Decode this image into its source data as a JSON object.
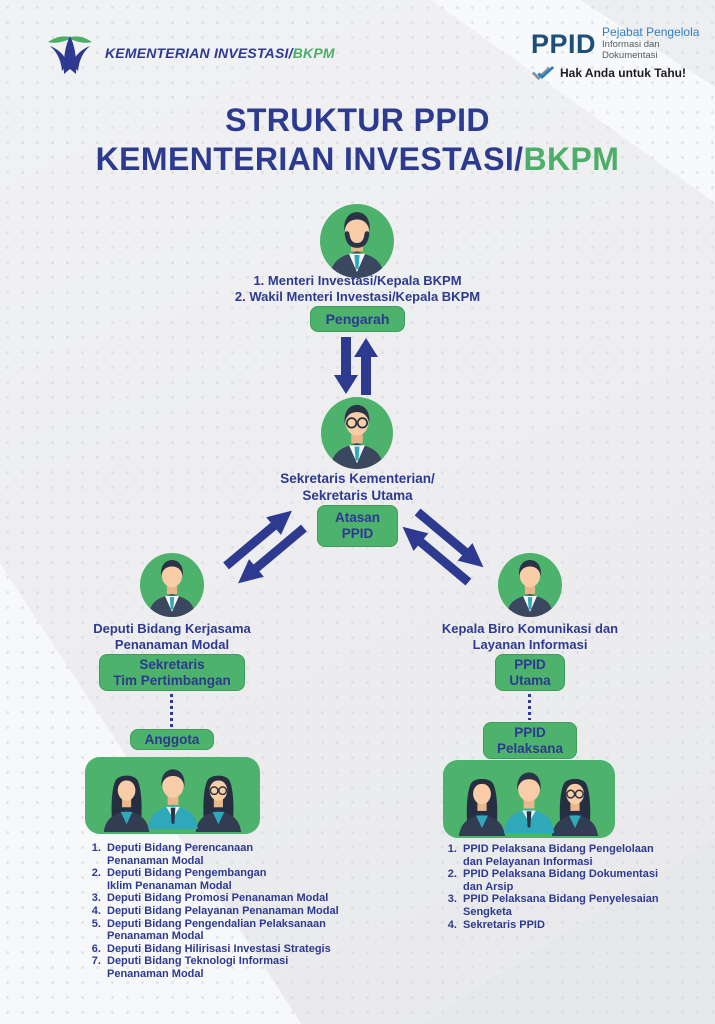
{
  "header": {
    "brand_main": "KEMENTERIAN INVESTASI/",
    "brand_accent": "BKPM",
    "ppid_logo": "PPID",
    "ppid_tagline1": "Pejabat Pengelola",
    "ppid_tagline2": "Informasi dan Dokumentasi",
    "ppid_slogan": "Hak Anda untuk Tahu!"
  },
  "title": {
    "line1": "STRUKTUR PPID",
    "line2_main": "KEMENTERIAN INVESTASI/",
    "line2_accent": "BKPM"
  },
  "org": {
    "top": {
      "name1": "1. Menteri Investasi/Kepala BKPM",
      "name2": "2. Wakil Menteri Investasi/Kepala BKPM",
      "badge": "Pengarah"
    },
    "middle": {
      "name1": "Sekretaris Kementerian/",
      "name2": "Sekretaris Utama",
      "badge1": "Atasan",
      "badge2": "PPID"
    },
    "left": {
      "name1": "Deputi Bidang Kerjasama",
      "name2": "Penanaman Modal",
      "badge1": "Sekretaris",
      "badge2": "Tim Pertimbangan",
      "group_badge": "Anggota",
      "members": [
        "Deputi Bidang Perencanaan\nPenanaman Modal",
        "Deputi Bidang Pengembangan\nIklim Penanaman Modal",
        "Deputi Bidang Promosi Penanaman Modal",
        "Deputi Bidang Pelayanan Penanaman Modal",
        "Deputi Bidang Pengendalian Pelaksanaan\nPenanaman Modal",
        "Deputi Bidang Hilirisasi Investasi Strategis",
        "Deputi Bidang Teknologi Informasi\nPenanaman Modal"
      ]
    },
    "right": {
      "name1": "Kepala Biro Komunikasi dan",
      "name2": "Layanan Informasi",
      "badge1": "PPID",
      "badge2": "Utama",
      "group_badge1": "PPID",
      "group_badge2": "Pelaksana",
      "members": [
        "PPID Pelaksana Bidang Pengelolaan\ndan Pelayanan Informasi",
        "PPID Pelaksana Bidang Dokumentasi\ndan Arsip",
        "PPID Pelaksana Bidang Penyelesaian\nSengketa",
        "Sekretaris PPID"
      ]
    }
  },
  "colors": {
    "navy": "#2d3a8f",
    "green": "#4db26c",
    "accent_green": "#4cae68",
    "ppid_blue": "#2f7dc2",
    "ppid_dark": "#1f4e79"
  }
}
